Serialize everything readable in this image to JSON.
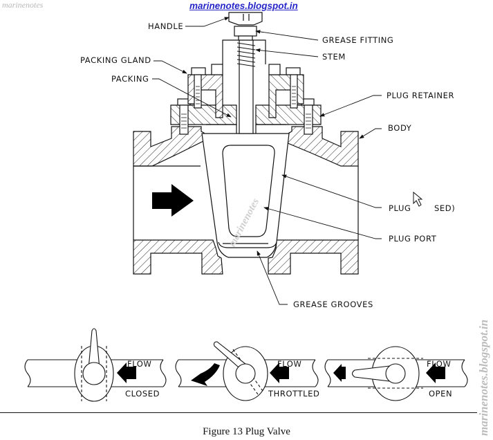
{
  "header": {
    "watermark_text": "marinenotes",
    "site_link": "marinenotes.blogspot.in"
  },
  "diagram": {
    "title": "Plug Valve",
    "labels": {
      "handle": "HANDLE",
      "grease_fitting": "GREASE FITTING",
      "stem": "STEM",
      "packing_gland": "PACKING GLAND",
      "packing": "PACKING",
      "plug_retainer": "PLUG RETAINER",
      "body": "BODY",
      "plug_left": "PLUG",
      "plug_right": "SED)",
      "plug_port": "PLUG PORT",
      "grease_grooves": "GREASE GROOVES"
    },
    "flow_direction_icon": "arrow-right",
    "positions": [
      {
        "state": "CLOSED",
        "flow_label": "FLOW"
      },
      {
        "state": "THROTTLED",
        "flow_label": "FLOW"
      },
      {
        "state": "OPEN",
        "flow_label": "FLOW"
      }
    ],
    "diagonal_watermark": "marinenotes"
  },
  "footer": {
    "caption": "Figure 13   Plug Valve",
    "side_watermark": "marinenotes.blogspot.in"
  }
}
